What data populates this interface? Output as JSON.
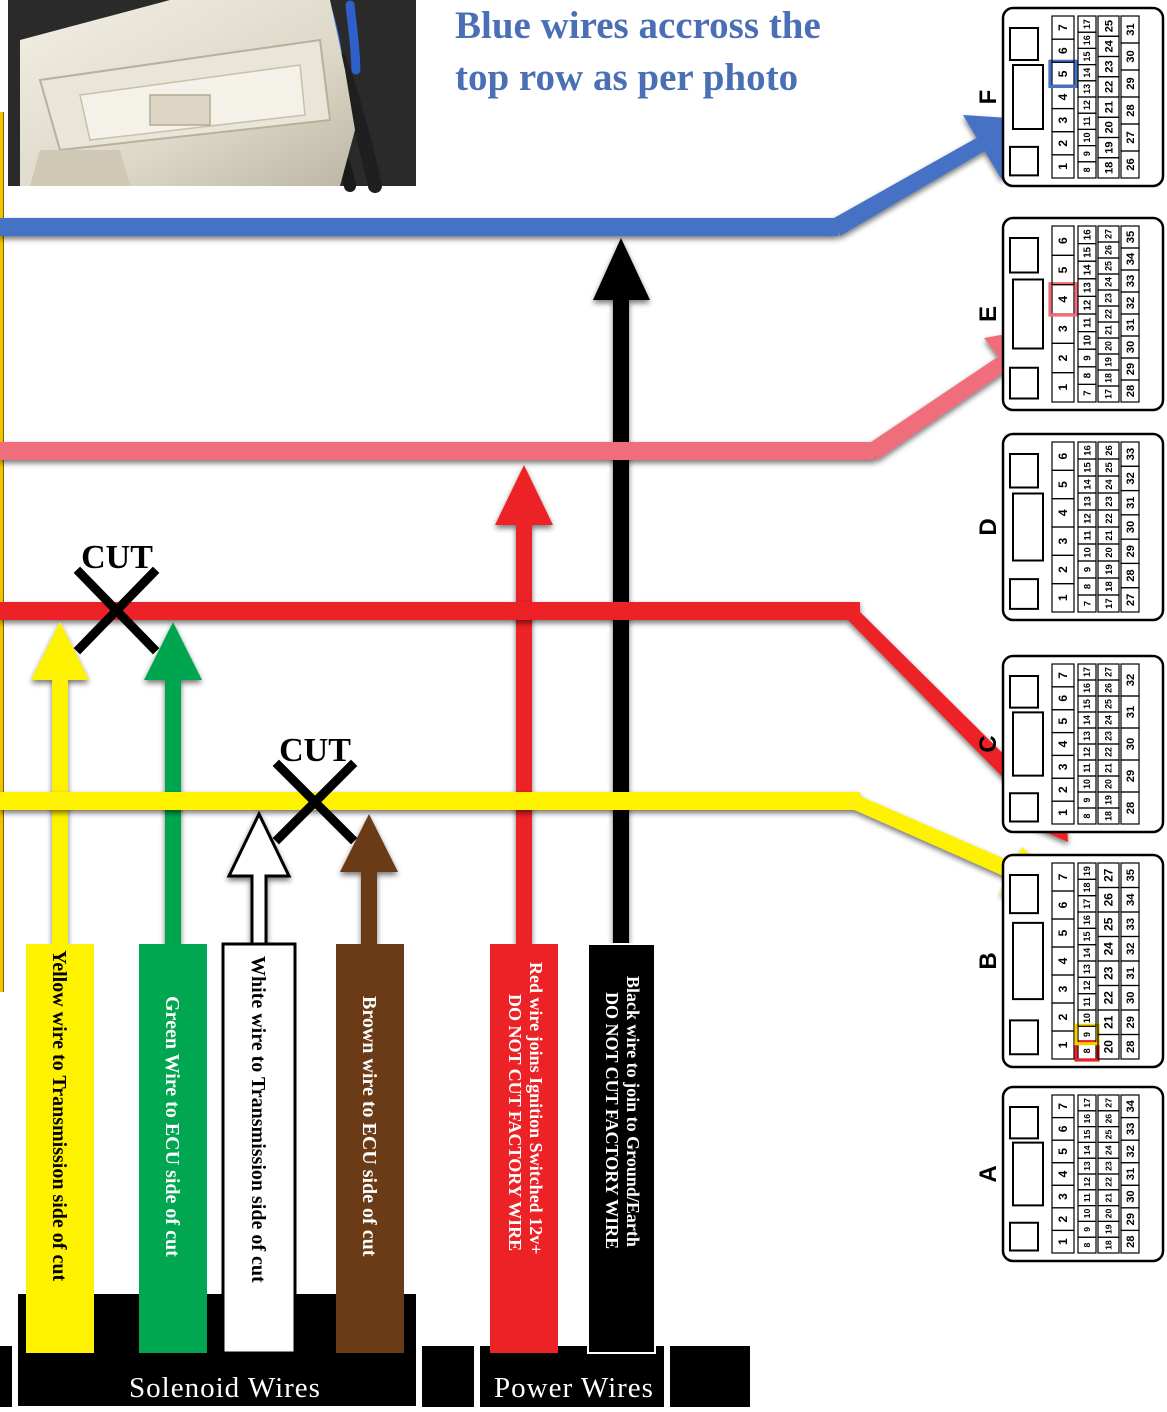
{
  "headline": {
    "line1": "Blue wires accross the",
    "line2": "top row as per photo"
  },
  "cut_labels": {
    "left": "CUT",
    "right": "CUT"
  },
  "wire_labels": {
    "yellow": "Yellow wire to Transmission side of cut",
    "green": "Green Wire to ECU side of cut",
    "white": "White wire to Transmission side of cut",
    "brown": "Brown wire to ECU side of cut",
    "red_line1": "Red wire joins Ignition Switched 12v+",
    "red_line2": "DO NOT CUT FACTORY WIRE",
    "black_line1": "Black wire to join to Ground/Earth",
    "black_line2": "DO NOT CUT FACTORY WIRE"
  },
  "groups": {
    "solenoid": "Solenoid Wires",
    "power": "Power Wires"
  },
  "colors": {
    "blue": "#4472c4",
    "pink": "#f06e7c",
    "red": "#ec2227",
    "yellow": "#fff200",
    "green": "#00a650",
    "brown": "#6b3a16",
    "black": "#000000",
    "headline": "#4a6fb5"
  },
  "connectors": {
    "F": {
      "label": "F",
      "rows": [
        [
          "1",
          "2",
          "3",
          "4",
          "5",
          "6",
          "7"
        ],
        [
          "8",
          "9",
          "10",
          "11",
          "12",
          "13",
          "14",
          "15",
          "16",
          "17"
        ],
        [
          "18",
          "19",
          "20",
          "21",
          "22",
          "23",
          "24",
          "25"
        ],
        [
          "26",
          "27",
          "28",
          "29",
          "30",
          "31"
        ]
      ],
      "highlight": "5"
    },
    "E": {
      "label": "E",
      "rows": [
        [
          "1",
          "2",
          "3",
          "4",
          "5",
          "6"
        ],
        [
          "7",
          "8",
          "9",
          "10",
          "11",
          "12",
          "13",
          "14",
          "15",
          "16"
        ],
        [
          "17",
          "18",
          "19",
          "20",
          "21",
          "22",
          "23",
          "24",
          "25",
          "26",
          "27"
        ],
        [
          "28",
          "29",
          "30",
          "31",
          "32",
          "33",
          "34",
          "35"
        ]
      ],
      "highlight": "4"
    },
    "D": {
      "label": "D",
      "rows": [
        [
          "1",
          "2",
          "3",
          "4",
          "5",
          "6"
        ],
        [
          "7",
          "8",
          "9",
          "10",
          "11",
          "12",
          "13",
          "14",
          "15",
          "16"
        ],
        [
          "17",
          "18",
          "19",
          "20",
          "21",
          "22",
          "23",
          "24",
          "25",
          "26"
        ],
        [
          "27",
          "28",
          "29",
          "30",
          "31",
          "32",
          "33"
        ]
      ]
    },
    "C": {
      "label": "C",
      "rows": [
        [
          "1",
          "2",
          "3",
          "4",
          "5",
          "6",
          "7"
        ],
        [
          "8",
          "9",
          "10",
          "11",
          "12",
          "13",
          "14",
          "15",
          "16",
          "17"
        ],
        [
          "18",
          "19",
          "20",
          "21",
          "22",
          "23",
          "24",
          "25",
          "26",
          "27"
        ],
        [
          "28",
          "29",
          "30",
          "31",
          "32"
        ]
      ]
    },
    "B": {
      "label": "B",
      "rows": [
        [
          "1",
          "2",
          "3",
          "4",
          "5",
          "6",
          "7"
        ],
        [
          "8",
          "9",
          "10",
          "11",
          "12",
          "13",
          "14",
          "15",
          "16",
          "17",
          "18",
          "19"
        ],
        [
          "20",
          "21",
          "22",
          "23",
          "24",
          "25",
          "26",
          "27"
        ],
        [
          "28",
          "29",
          "30",
          "31",
          "32",
          "33",
          "34",
          "35"
        ]
      ],
      "highlight_red": "8",
      "highlight_yellow": "9"
    },
    "A": {
      "label": "A",
      "rows": [
        [
          "1",
          "2",
          "3",
          "4",
          "5",
          "6",
          "7"
        ],
        [
          "8",
          "9",
          "10",
          "11",
          "12",
          "13",
          "14",
          "15",
          "16",
          "17"
        ],
        [
          "18",
          "19",
          "20",
          "21",
          "22",
          "23",
          "24",
          "25",
          "26",
          "27"
        ],
        [
          "28",
          "29",
          "30",
          "31",
          "32",
          "33",
          "34"
        ]
      ]
    }
  }
}
